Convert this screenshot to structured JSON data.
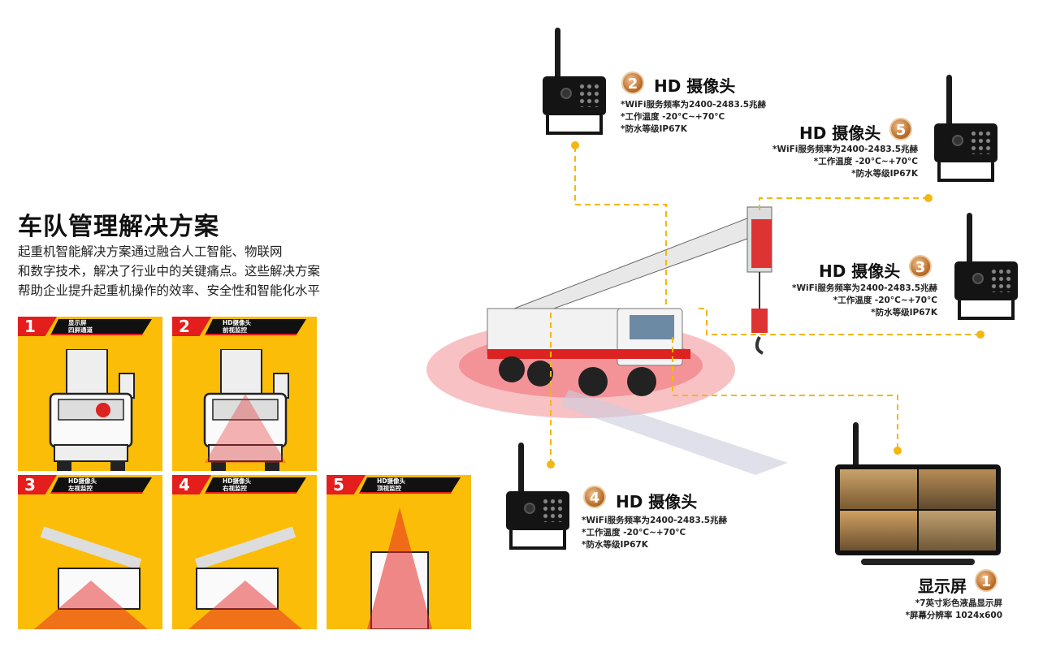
{
  "heading": {
    "title": "车队管理解决方案",
    "description": [
      "起重机智能解决方案通过融合人工智能、物联网",
      "和数字技术，解决了行业中的关键痛点。这些解决方案",
      "帮助企业提升起重机操作的效率、安全性和智能化水平"
    ]
  },
  "panels": [
    {
      "num": "1",
      "line1": "显示屏",
      "line2": "四屏通道"
    },
    {
      "num": "2",
      "line1": "HD摄像头",
      "line2": "前视监控"
    },
    {
      "num": "3",
      "line1": "HD摄像头",
      "line2": "左视监控"
    },
    {
      "num": "4",
      "line1": "HD摄像头",
      "line2": "右视监控"
    },
    {
      "num": "5",
      "line1": "HD摄像头",
      "line2": "顶视监控"
    }
  ],
  "cameras": {
    "c2": {
      "num": "2",
      "title": "HD 摄像头",
      "specs": [
        "*WiFi服务频率为2400-2483.5兆赫",
        "*工作温度 -20°C~+70°C",
        "*防水等级IP67K"
      ]
    },
    "c5": {
      "num": "5",
      "title": "HD 摄像头",
      "specs": [
        "*WiFi服务频率为2400-2483.5兆赫",
        "*工作温度 -20°C~+70°C",
        "*防水等级IP67K"
      ]
    },
    "c3": {
      "num": "3",
      "title": "HD 摄像头",
      "specs": [
        "*WiFi服务频率为2400-2483.5兆赫",
        "*工作温度 -20°C~+70°C",
        "*防水等级IP67K"
      ]
    },
    "c4": {
      "num": "4",
      "title": "HD 摄像头",
      "specs": [
        "*WiFi服务频率为2400-2483.5兆赫",
        "*工作温度 -20°C~+70°C",
        "*防水等级IP67K"
      ]
    }
  },
  "monitor": {
    "num": "1",
    "title": "显示屏",
    "specs": [
      "*7英寸彩色液晶显示屏",
      "*屏幕分辨率 1024x600"
    ]
  },
  "colors": {
    "accent": "#f3b70f",
    "panel": "#fbbd08",
    "red": "#e41d1d"
  }
}
